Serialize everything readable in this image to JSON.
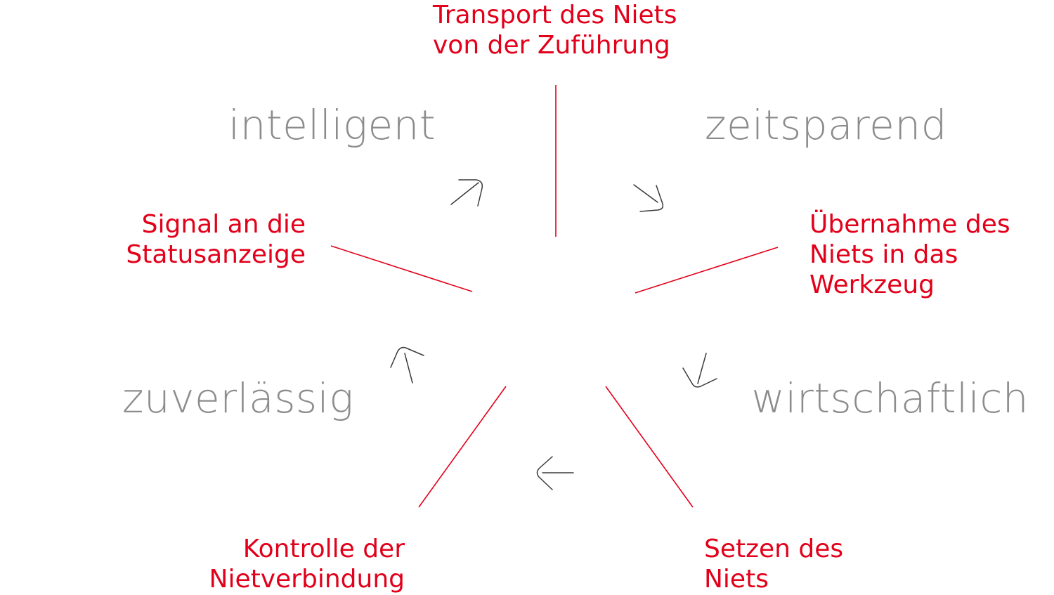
{
  "colors": {
    "accent": "#e2001a",
    "quality_text": "#8c8c8c",
    "arrow": "#3a3a3a",
    "background": "#ffffff"
  },
  "steps": {
    "transport": {
      "line1": "Transport des Niets",
      "line2": "von der Zuführung"
    },
    "uebernahme": {
      "line1": "Übernahme des",
      "line2": "Niets in das",
      "line3": "Werkzeug"
    },
    "setzen": {
      "line1": "Setzen des",
      "line2": "Niets"
    },
    "kontrolle": {
      "line1": "Kontrolle der",
      "line2": "Nietverbindung"
    },
    "signal": {
      "line1": "Signal an die",
      "line2": "Statusanzeige"
    }
  },
  "qualities": {
    "intelligent": "intelligent",
    "zeitsparend": "zeitsparend",
    "wirtschaftlich": "wirtschaftlich",
    "zuverlaessig": "zuverlässig"
  },
  "icons": {
    "arrows": [
      "arrow-up-right-icon",
      "arrow-down-right-icon",
      "arrow-down-left-icon",
      "arrow-left-icon",
      "arrow-up-left-icon"
    ]
  }
}
